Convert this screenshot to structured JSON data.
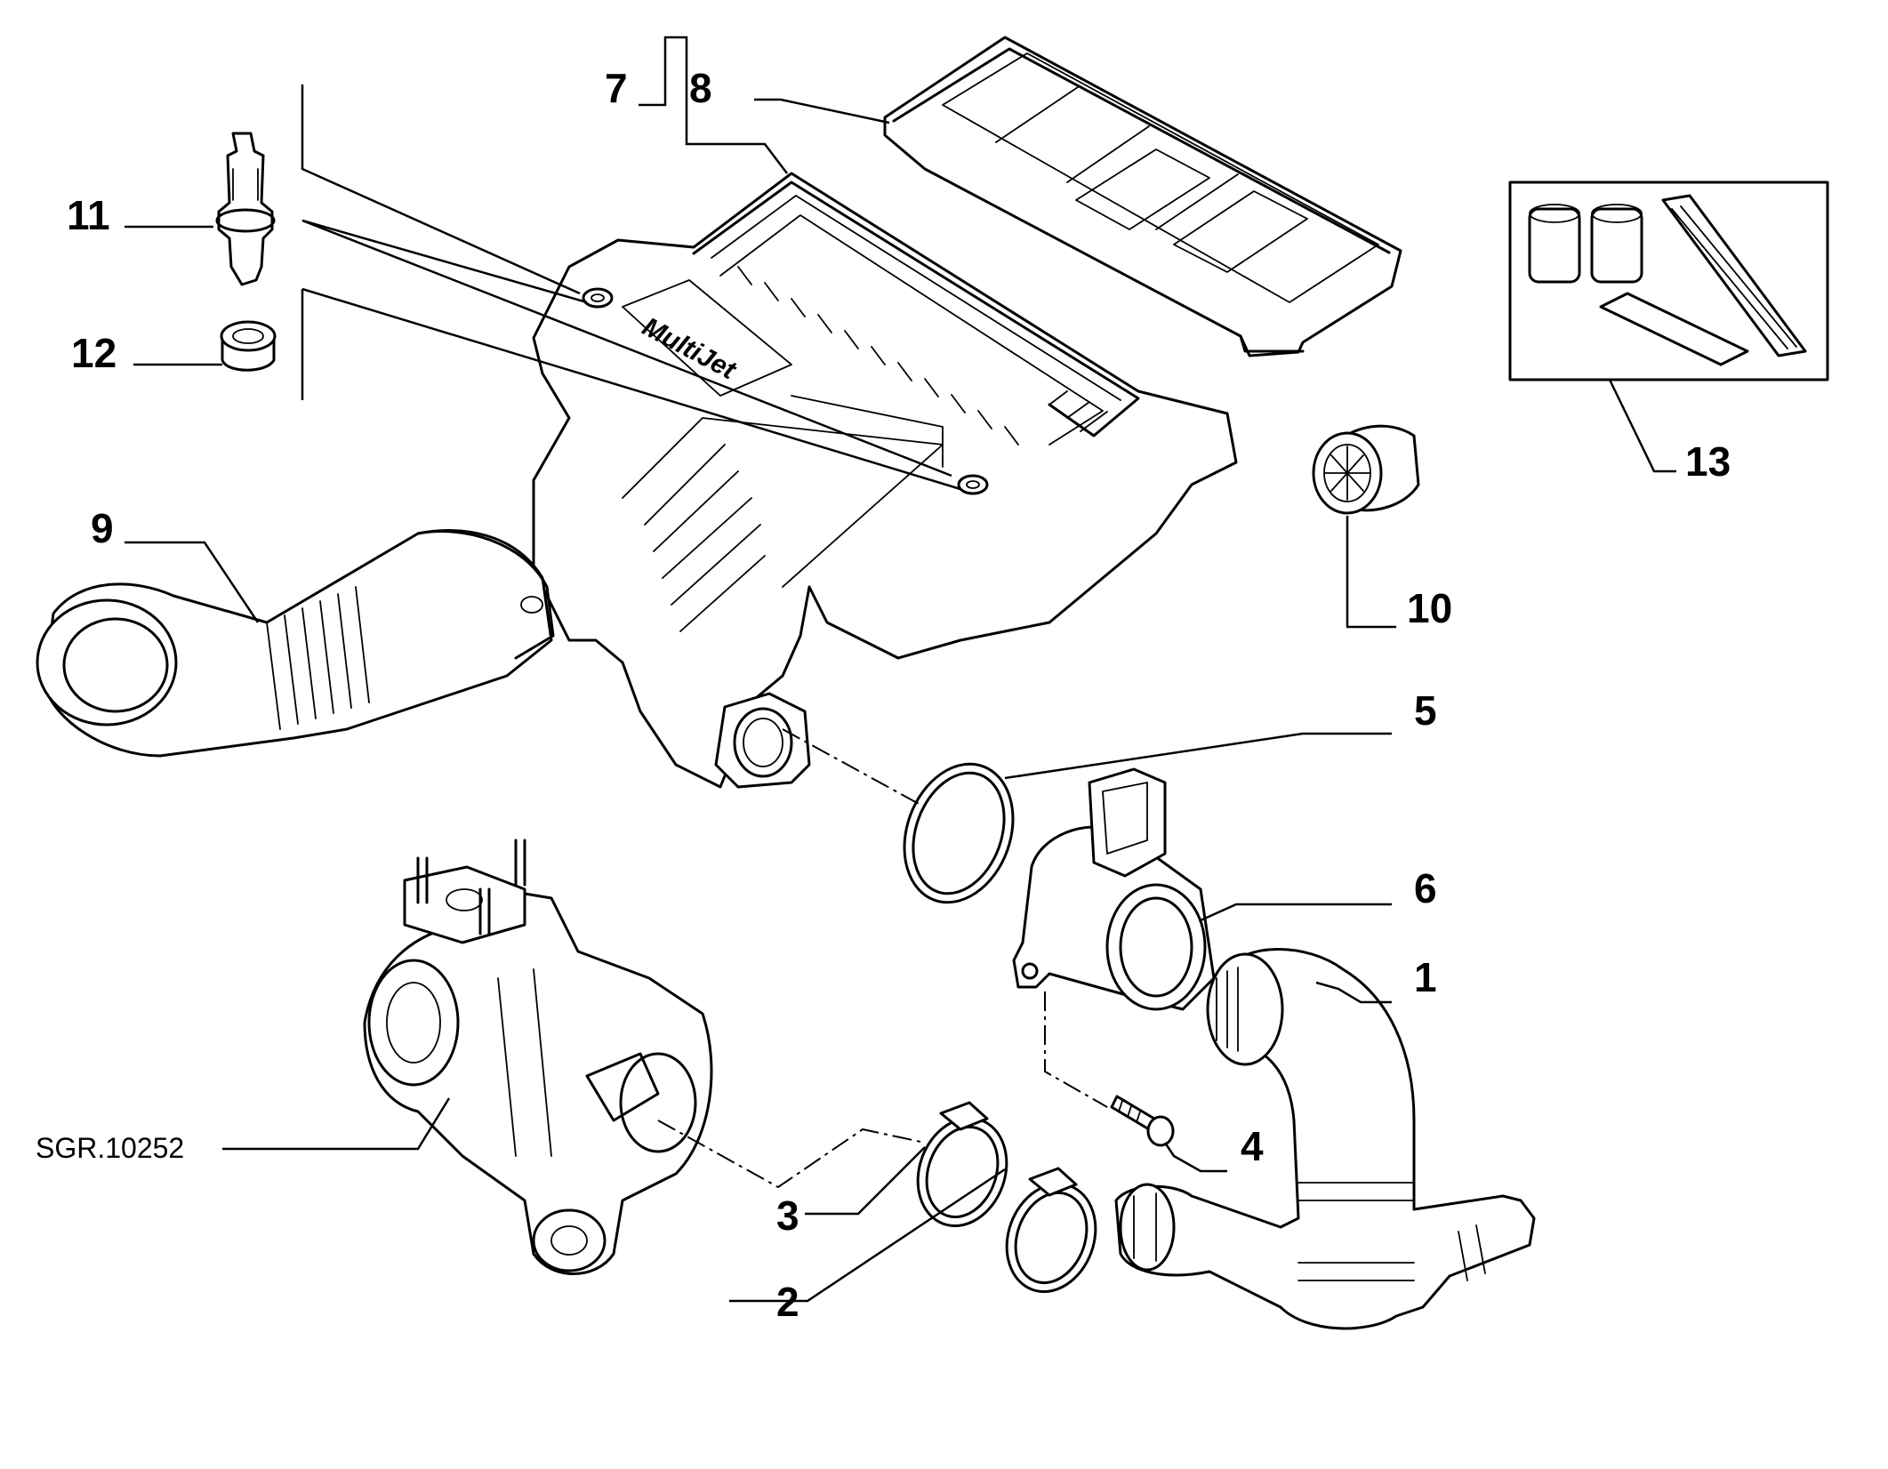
{
  "diagram": {
    "drawing_code": "SGR.10252",
    "callouts": [
      {
        "id": "c1",
        "label": "1"
      },
      {
        "id": "c2",
        "label": "2"
      },
      {
        "id": "c3",
        "label": "3"
      },
      {
        "id": "c4",
        "label": "4"
      },
      {
        "id": "c5",
        "label": "5"
      },
      {
        "id": "c6",
        "label": "6"
      },
      {
        "id": "c7",
        "label": "7"
      },
      {
        "id": "c8",
        "label": "8"
      },
      {
        "id": "c9",
        "label": "9"
      },
      {
        "id": "c10",
        "label": "10"
      },
      {
        "id": "c11",
        "label": "11"
      },
      {
        "id": "c12",
        "label": "12"
      },
      {
        "id": "c13",
        "label": "13"
      }
    ],
    "cover_logo_text": "MultiJet"
  }
}
